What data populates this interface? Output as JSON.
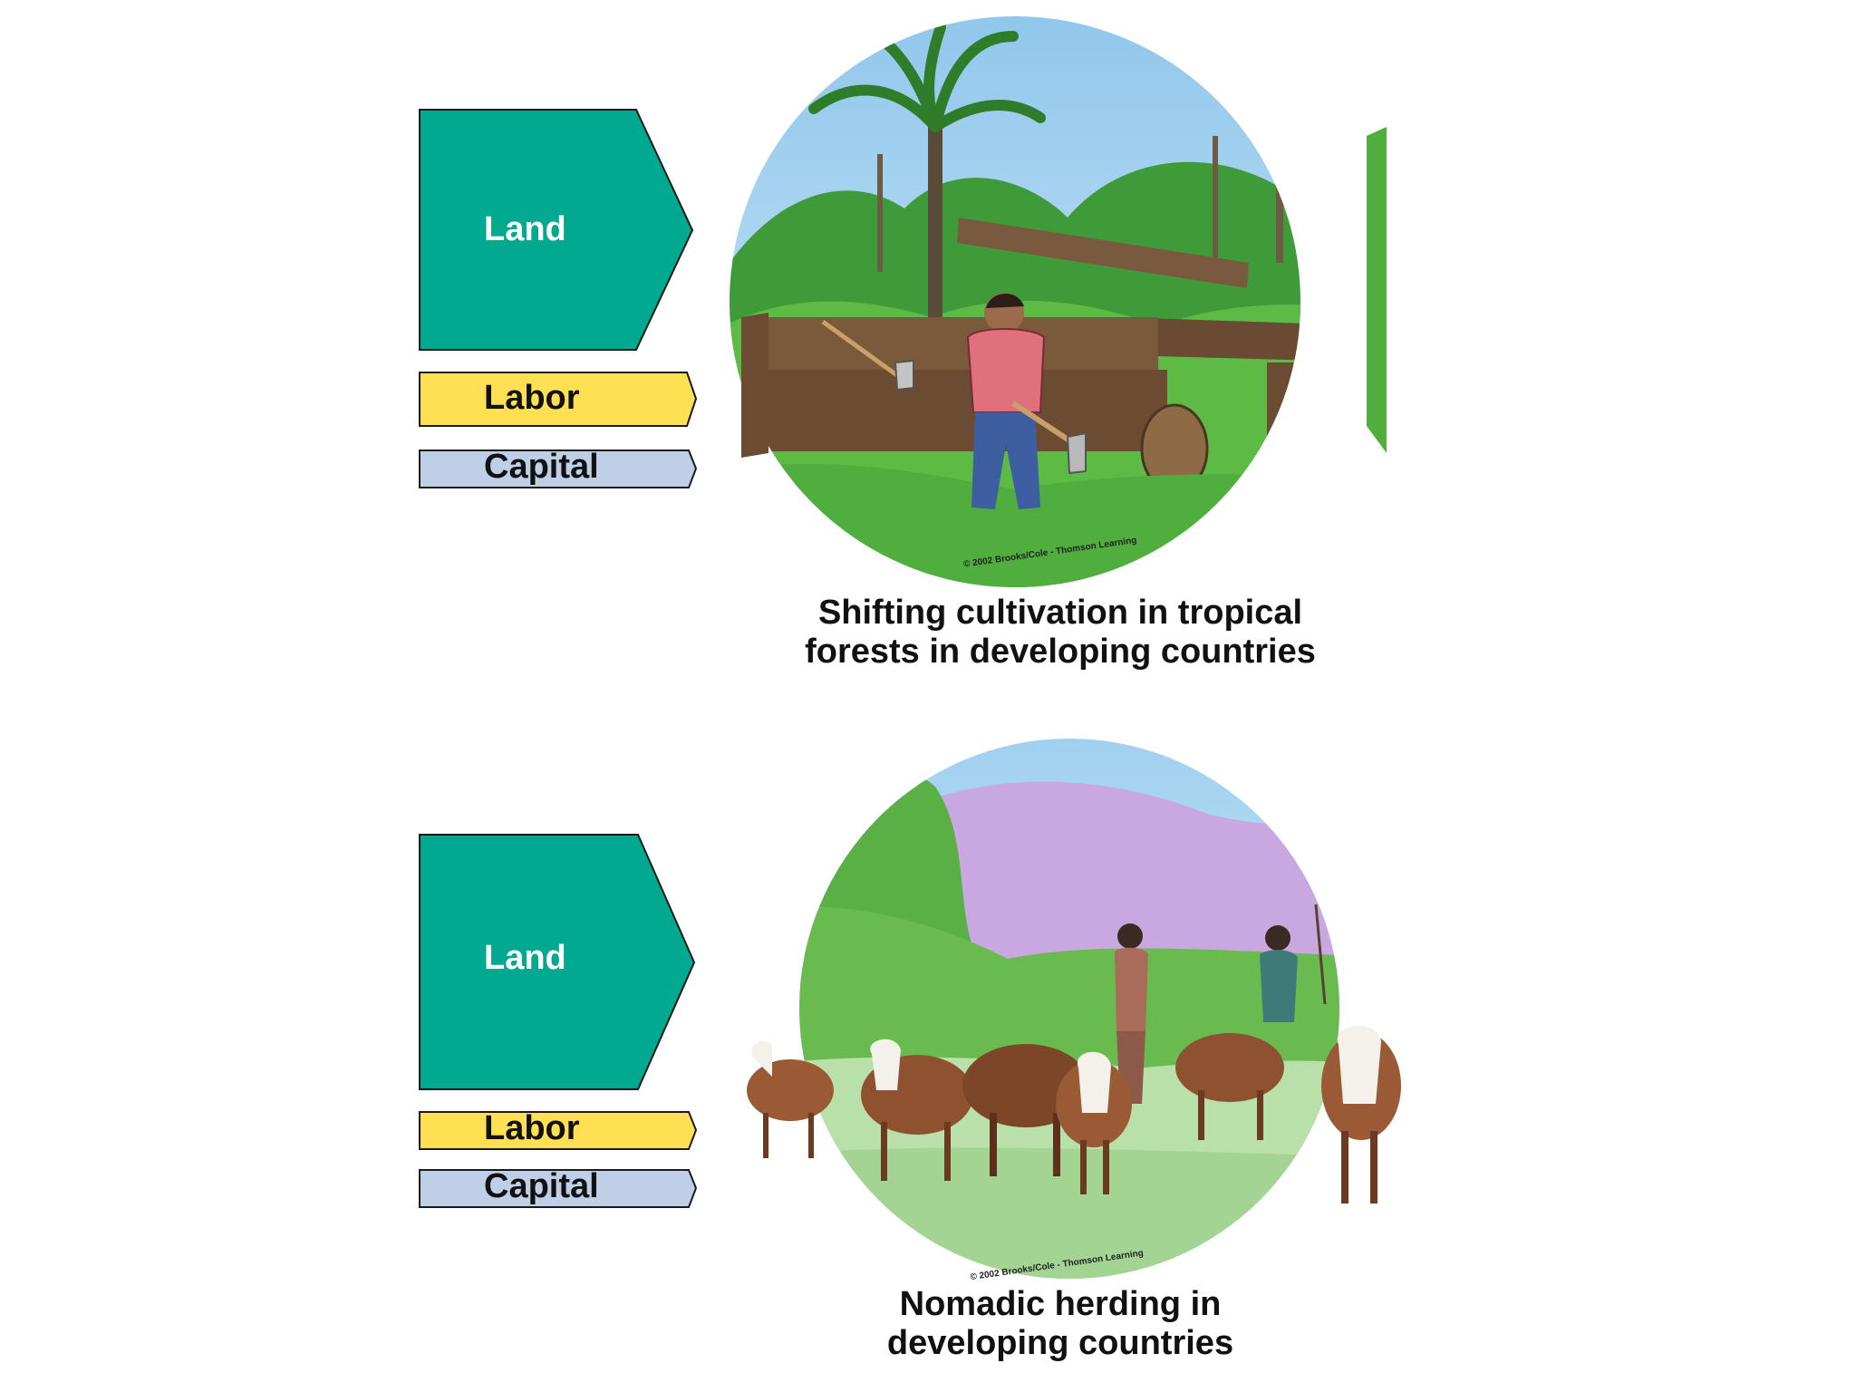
{
  "colors": {
    "land": "#00a98f",
    "labor": "#ffe052",
    "capital": "#bfcfe8",
    "outline": "#1a1a1a"
  },
  "panels": [
    {
      "factors": {
        "land": "Land",
        "labor": "Labor",
        "capital": "Capital"
      },
      "factor_relative_size": {
        "land": "large",
        "labor": "small",
        "capital": "small"
      },
      "illustration_icon": "forest-farmer-icon",
      "credit": "© 2002 Brooks/Cole - Thomson Learning",
      "caption_lines": [
        "Shifting cultivation in tropical",
        "forests in developing countries"
      ]
    },
    {
      "factors": {
        "land": "Land",
        "labor": "Labor",
        "capital": "Capital"
      },
      "factor_relative_size": {
        "land": "large",
        "labor": "small",
        "capital": "small"
      },
      "illustration_icon": "cattle-herders-icon",
      "credit": "© 2002 Brooks/Cole - Thomson Learning",
      "caption_lines": [
        "Nomadic herding in",
        "developing countries"
      ]
    }
  ]
}
